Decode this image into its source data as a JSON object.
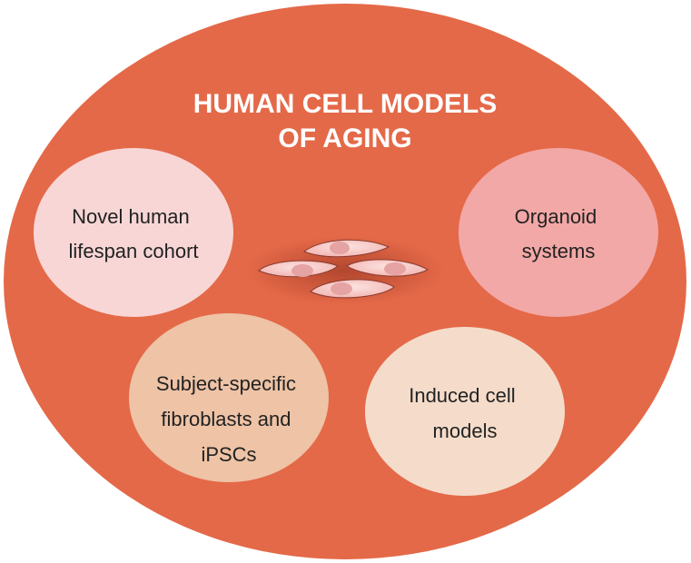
{
  "title": {
    "line1": "HUMAN CELL MODELS",
    "line2": "OF AGING"
  },
  "nodes": [
    {
      "lines": [
        "Novel human",
        "lifespan cohort"
      ],
      "color": "#F8D6D6"
    },
    {
      "lines": [
        "Organoid",
        "systems"
      ],
      "color": "#F2A8A6"
    },
    {
      "lines": [
        "Subject-specific",
        "fibroblasts and",
        "iPSCs"
      ],
      "color": "#EEC3A6"
    },
    {
      "lines": [
        "Induced cell",
        "models"
      ],
      "color": "#F5DCCA"
    }
  ],
  "colors": {
    "background": "#E46948",
    "cell": "#F6C7C4",
    "nucleus": "#E6A3A3"
  }
}
